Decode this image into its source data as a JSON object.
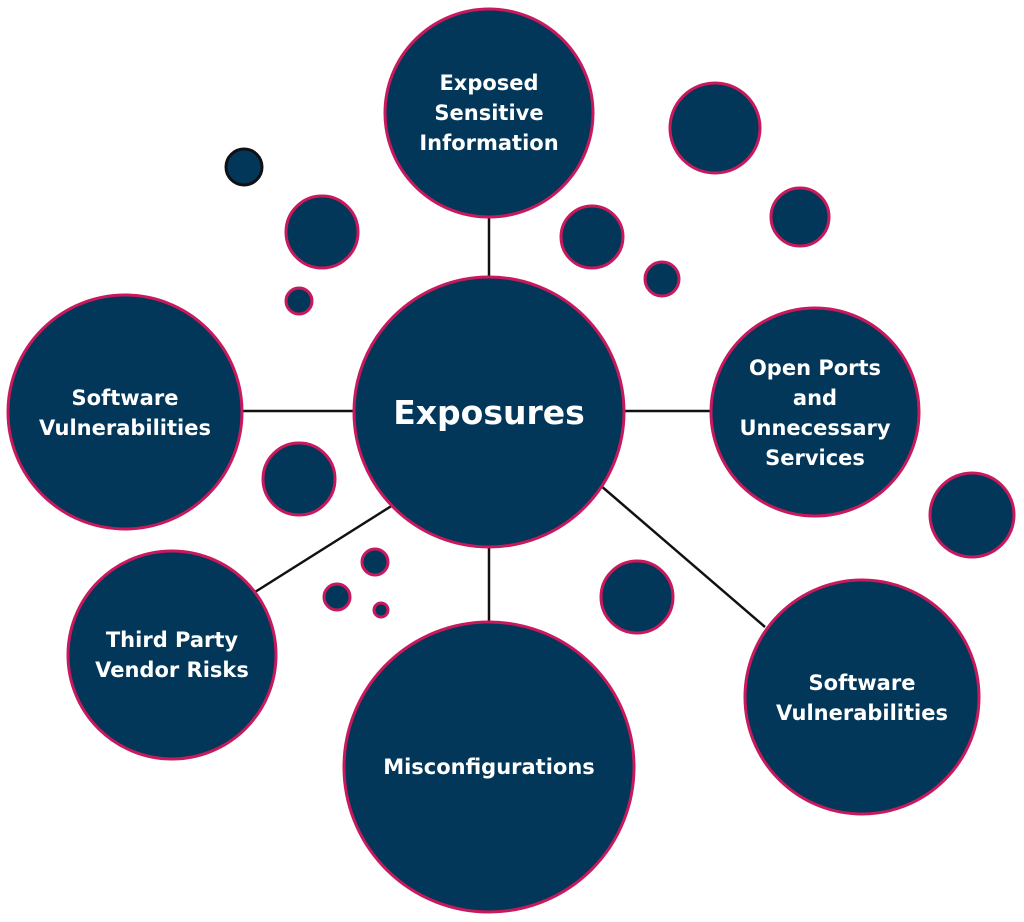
{
  "diagram": {
    "center": {
      "label": "Exposures"
    },
    "nodes": [
      {
        "id": "top",
        "lines": [
          "Exposed",
          "Sensitive",
          "Information"
        ]
      },
      {
        "id": "right",
        "lines": [
          "Open Ports",
          "and",
          "Unnecessary",
          "Services"
        ]
      },
      {
        "id": "left",
        "lines": [
          "Software",
          "Vulnerabilities"
        ]
      },
      {
        "id": "bottom-left",
        "lines": [
          "Third Party",
          "Vendor Risks"
        ]
      },
      {
        "id": "bottom",
        "lines": [
          "Misconfigurations"
        ]
      },
      {
        "id": "bottom-right",
        "lines": [
          "Software",
          "Vulnerabilities"
        ]
      }
    ],
    "colors": {
      "fill": "#02375a",
      "stroke": "#c8195d",
      "line": "#111111"
    }
  }
}
